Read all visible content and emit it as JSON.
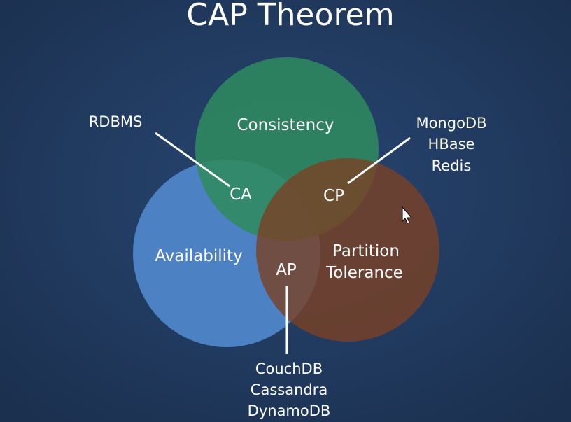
{
  "title": "CAP Theorem",
  "circles": {
    "consistency": {
      "label": "Consistency",
      "color": "#2f8a5e"
    },
    "availability": {
      "label": "Availability",
      "color": "#4e84c8"
    },
    "partition": {
      "label_line1": "Partition",
      "label_line2": "Tolerance",
      "color": "#7b4124"
    }
  },
  "intersections": {
    "ca": "CA",
    "cp": "CP",
    "ap": "AP"
  },
  "callouts": {
    "ca": {
      "lines": [
        "RDBMS"
      ]
    },
    "cp": {
      "lines": [
        "MongoDB",
        "HBase",
        "Redis"
      ]
    },
    "ap": {
      "lines": [
        "CouchDB",
        "Cassandra",
        "DynamoDB"
      ]
    }
  },
  "colors": {
    "background": "#213a5e",
    "text": "#ffffff",
    "connector": "#ffffff"
  }
}
